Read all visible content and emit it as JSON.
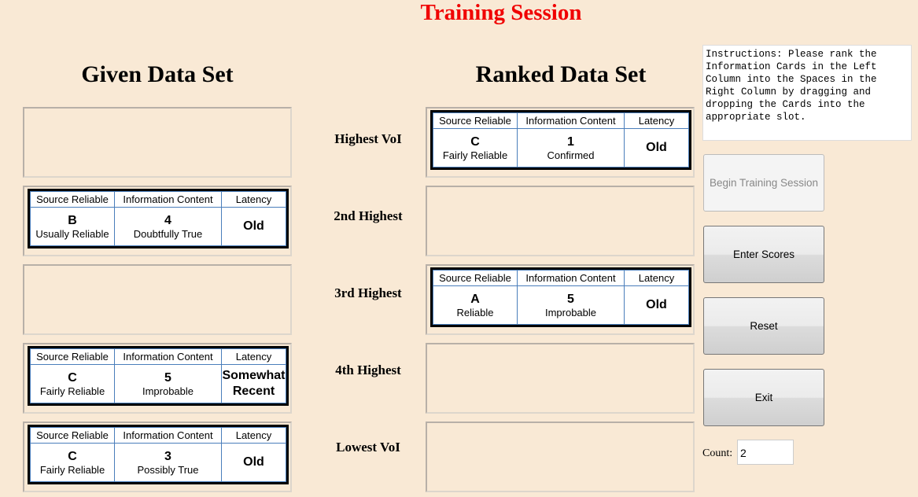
{
  "title": "Training Session",
  "given": {
    "heading": "Given Data Set"
  },
  "ranked": {
    "heading": "Ranked Data Set",
    "rows": [
      "Highest VoI",
      "2nd Highest",
      "3rd Highest",
      "4th Highest",
      "Lowest VoI"
    ]
  },
  "headers": {
    "source": "Source Reliable",
    "info": "Information Content",
    "latency": "Latency"
  },
  "cards": {
    "g2": {
      "grade": "B",
      "grade_desc": "Usually Reliable",
      "info": "4",
      "info_desc": "Doubtfully True",
      "latency": "Old"
    },
    "g4": {
      "grade": "C",
      "grade_desc": "Fairly Reliable",
      "info": "5",
      "info_desc": "Improbable",
      "latency": "Somewhat Recent"
    },
    "g5": {
      "grade": "C",
      "grade_desc": "Fairly Reliable",
      "info": "3",
      "info_desc": "Possibly True",
      "latency": "Old"
    },
    "r1": {
      "grade": "C",
      "grade_desc": "Fairly Reliable",
      "info": "1",
      "info_desc": "Confirmed",
      "latency": "Old"
    },
    "r3": {
      "grade": "A",
      "grade_desc": "Reliable",
      "info": "5",
      "info_desc": "Improbable",
      "latency": "Old"
    }
  },
  "instructions": "Instructions: Please rank the Information Cards in the Left Column into the Spaces in the Right Column by dragging and dropping the Cards into the appropriate slot.",
  "buttons": {
    "begin": "Begin Training Session",
    "enter": "Enter Scores",
    "reset": "Reset",
    "exit": "Exit"
  },
  "count": {
    "label": "Count:",
    "value": "2"
  }
}
